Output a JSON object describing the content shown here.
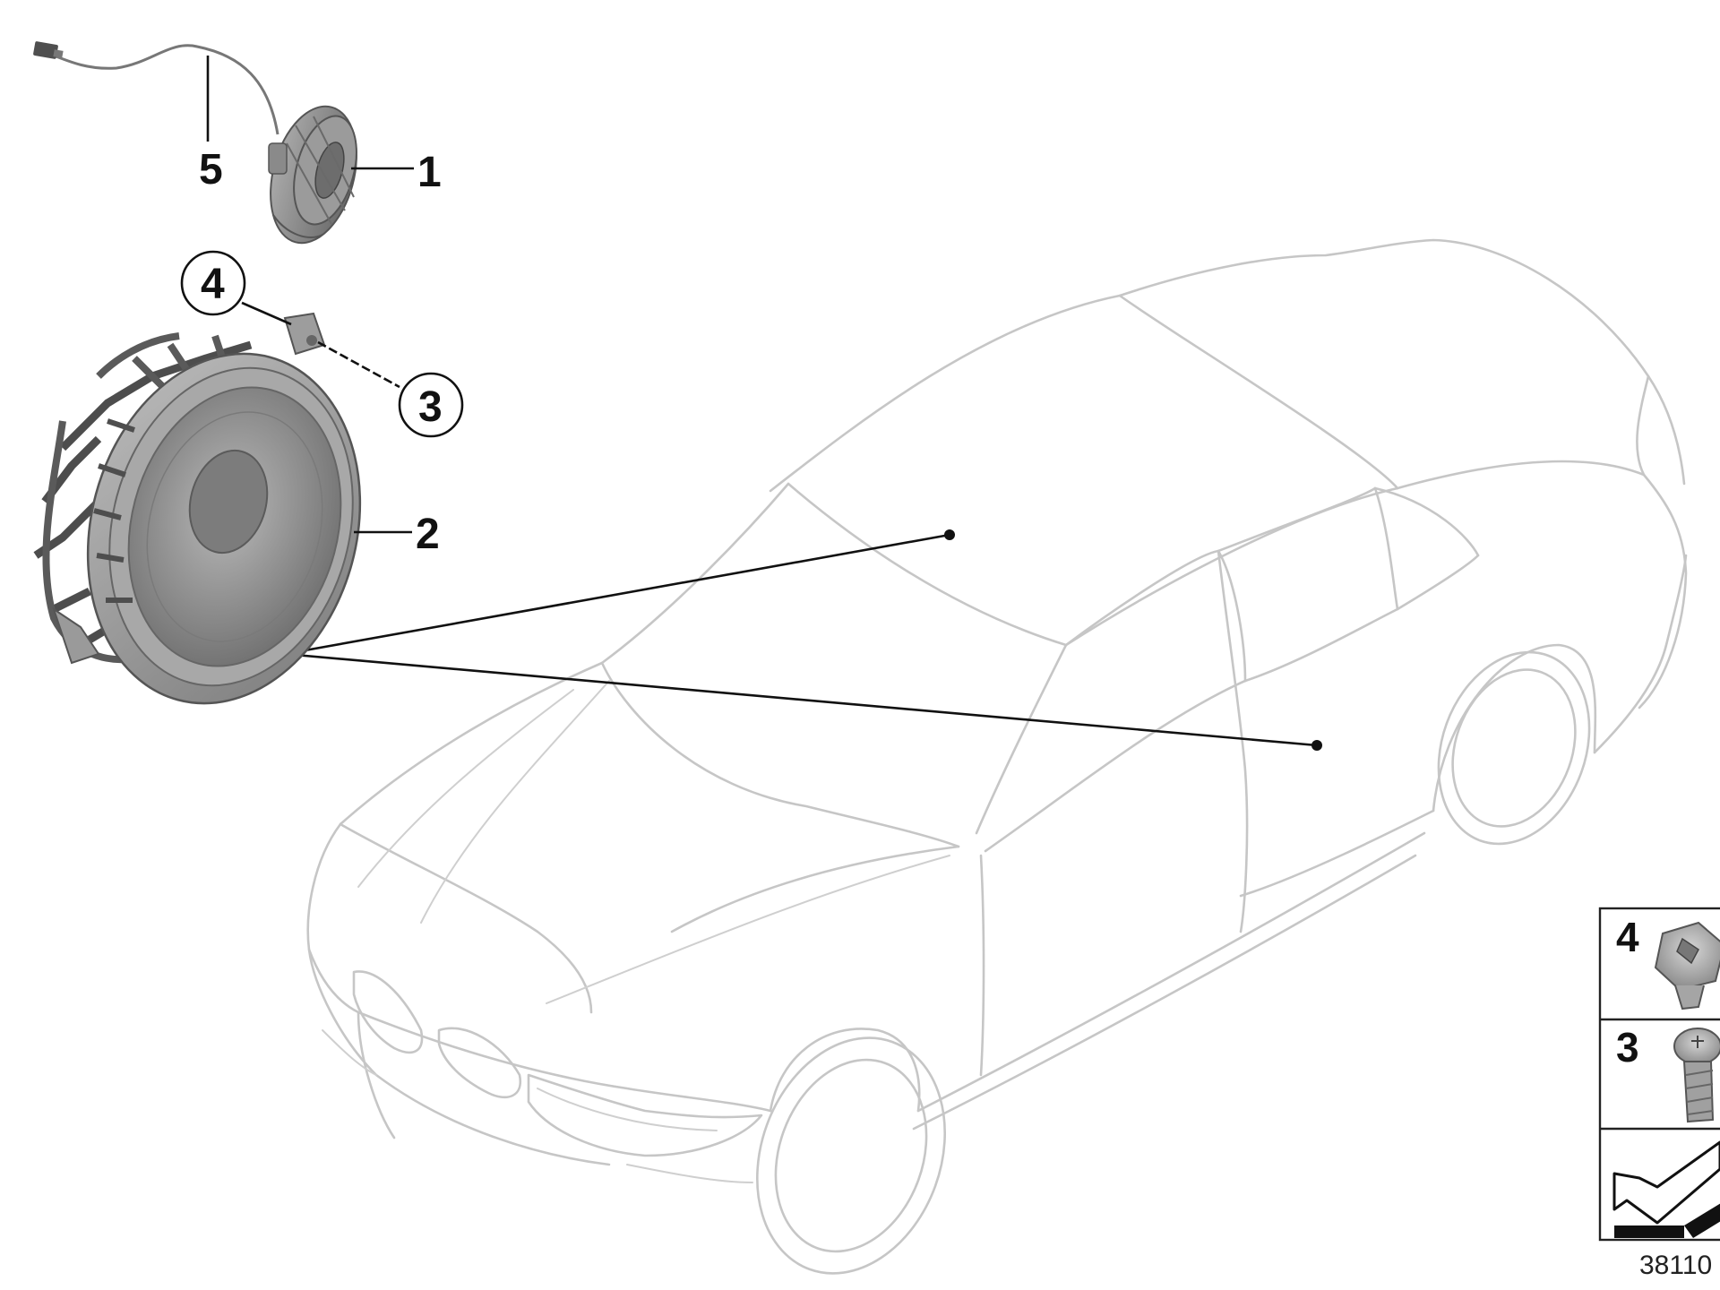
{
  "callouts": {
    "item1": "1",
    "item2": "2",
    "item3": "3",
    "item4": "4",
    "item5": "5"
  },
  "inset": {
    "row1_label": "4",
    "row2_label": "3"
  },
  "reference_number": "38110",
  "colors": {
    "car_outline": "#c6c6c6",
    "part_fill": "#8e8e8e",
    "part_stroke": "#555555",
    "leader_line": "#111111"
  }
}
